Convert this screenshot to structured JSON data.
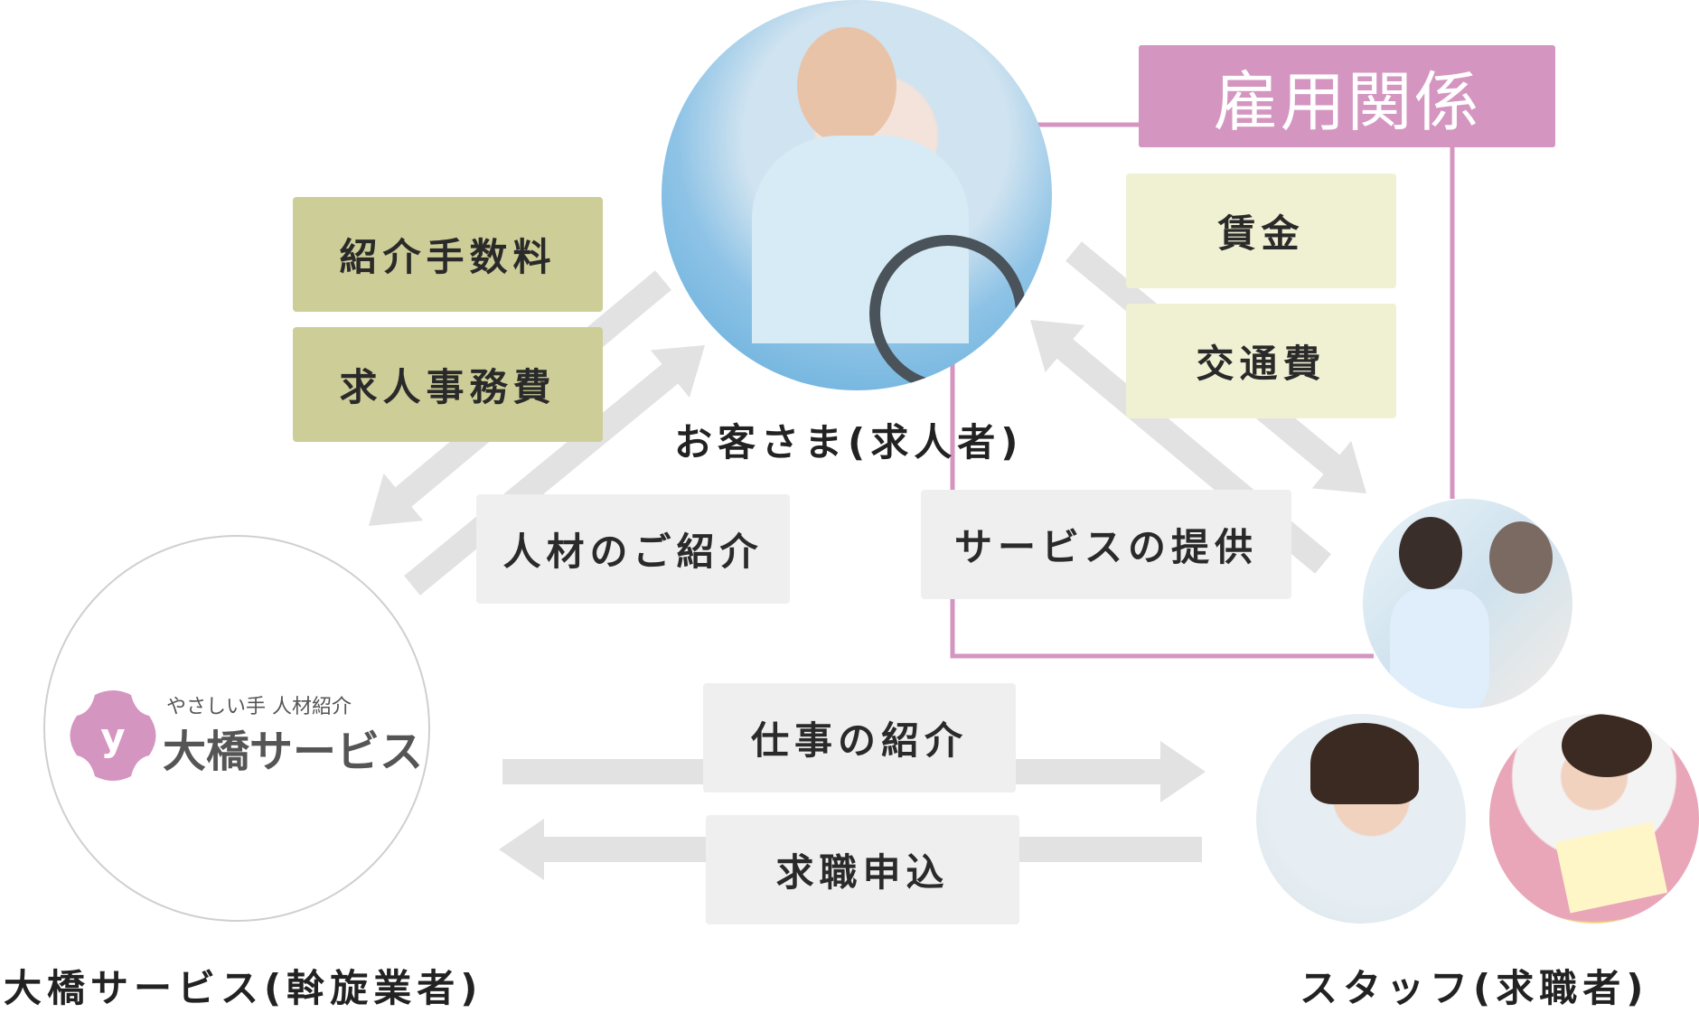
{
  "relationship_label": "雇用関係",
  "fees": [
    "紹介手数料",
    "求人事務費"
  ],
  "wages": [
    "賃金",
    "交通費"
  ],
  "flows": {
    "introduce_talent": "人材のご紹介",
    "service_provision": "サービスの提供",
    "job_introduction": "仕事の紹介",
    "job_application": "求職申込"
  },
  "nodes": {
    "customer": "お客さま(求人者)",
    "agency": "大橋サービス(斡旋業者)",
    "staff": "スタッフ(求職者)"
  },
  "logo": {
    "tagline": "やさしい手 人材紹介",
    "name": "大橋サービス"
  },
  "colors": {
    "pink": "#d495c0",
    "arrow": "#e2e2e2",
    "olive": "#cdcd98",
    "cream": "#f0f0d3"
  }
}
